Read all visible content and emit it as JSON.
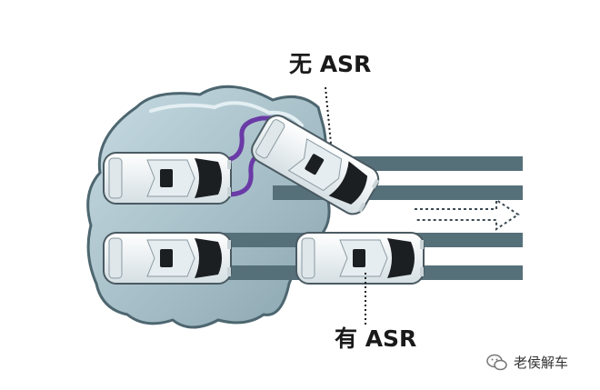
{
  "labels": {
    "without_asr": "无 ASR",
    "with_asr": "有 ASR"
  },
  "watermark": {
    "text": "老侯解车",
    "icon": "wechat-icon"
  },
  "colors": {
    "ice": "#aec5cd",
    "ice_dark": "#5f7c87",
    "road_stripe": "#56707a",
    "car_body": "#eef3f5",
    "car_glass": "#1b1f22",
    "skid_track": "#6a3aa6",
    "arrow_dash": "#3c4a52"
  }
}
